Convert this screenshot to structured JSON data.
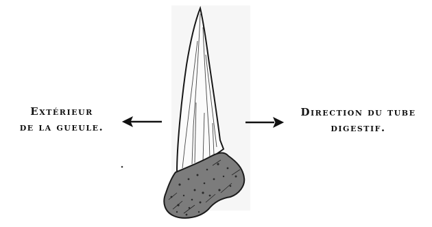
{
  "labels": {
    "left_line1": "Extérieur",
    "left_line2": "de la gueule.",
    "right_line1": "Direction du tube",
    "right_line2": "digestif."
  },
  "colors": {
    "ink": "#111111",
    "shade": "#7a7a7a",
    "background": "#ffffff"
  },
  "icons": {
    "left_arrow": "arrow-left-icon",
    "right_arrow": "arrow-right-icon"
  }
}
